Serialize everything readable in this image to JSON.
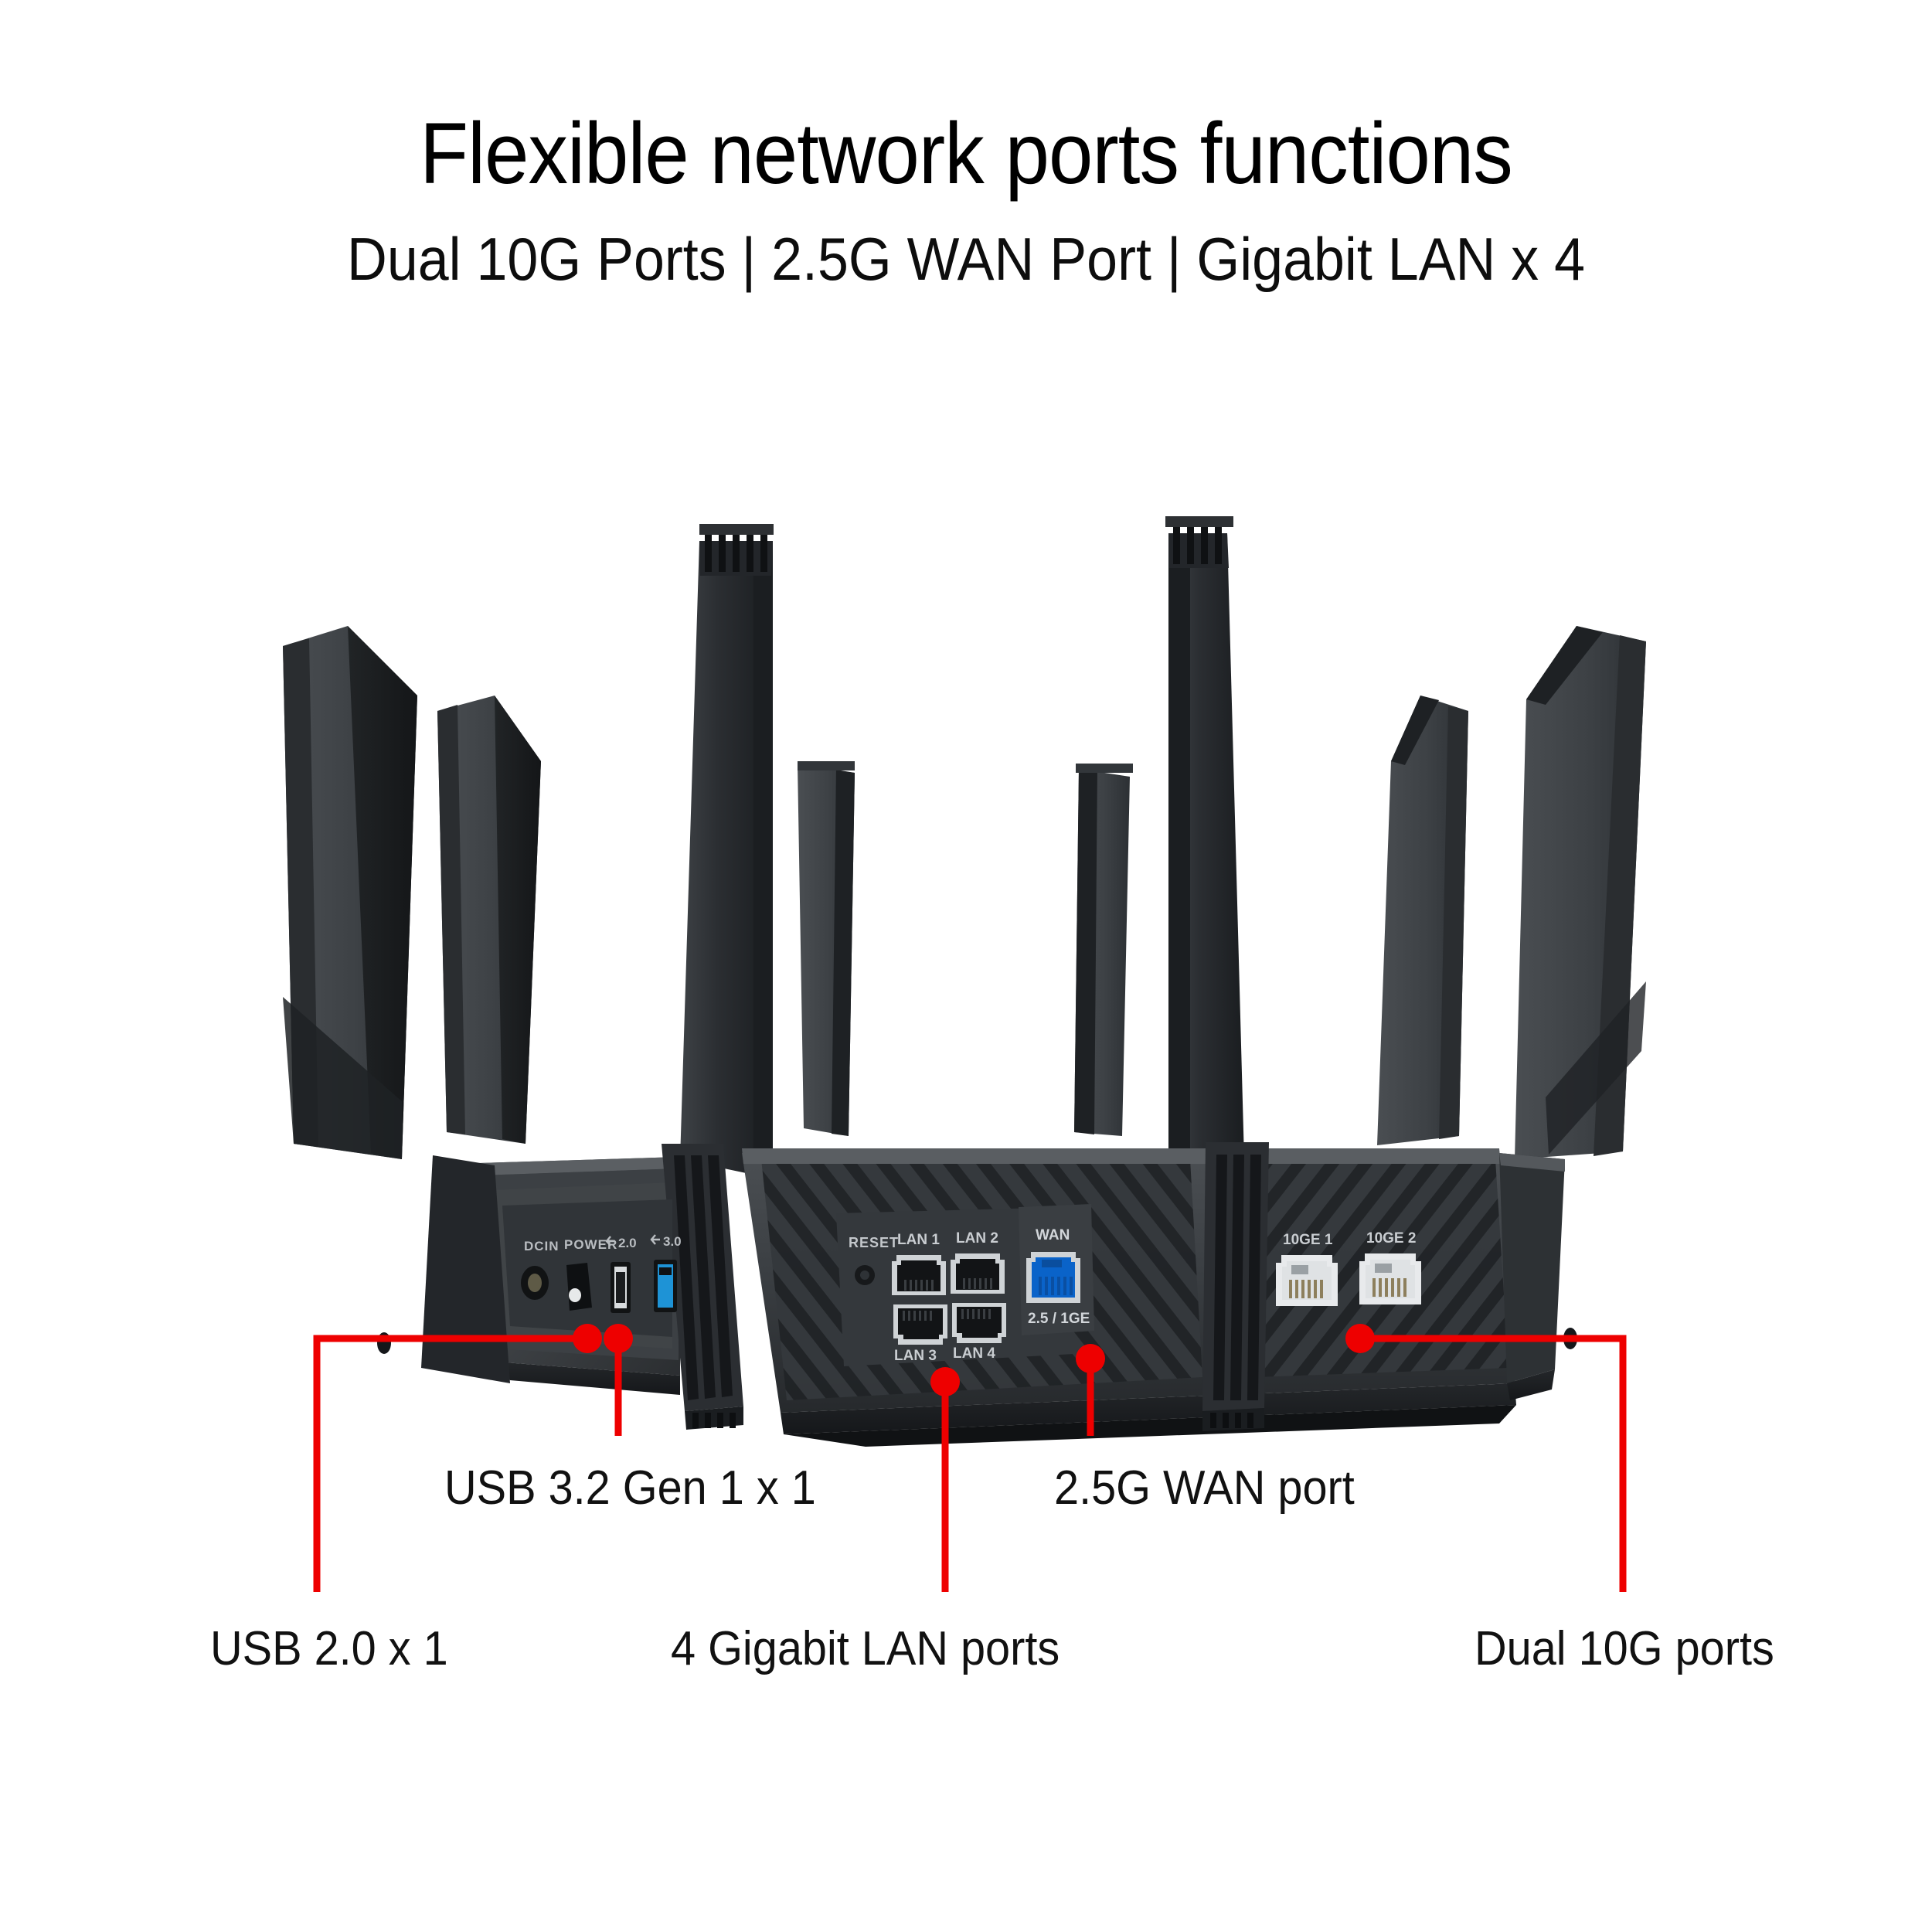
{
  "header": {
    "title": "Flexible network ports functions",
    "subtitle": "Dual 10G Ports | 2.5G WAN Port | Gigabit LAN x 4"
  },
  "colors": {
    "callout_red": "#EE0000",
    "wan_port_blue": "#0A63C9",
    "usb3_blue": "#1E93D6",
    "chassis_dark": "#2B2E31",
    "chassis_mid": "#3A3E42",
    "chassis_light": "#55595D",
    "text_black": "#111111",
    "background": "#FFFFFF"
  },
  "product": {
    "name": "wireless-router",
    "antenna_count": 8,
    "port_panel": {
      "left_cluster": {
        "labels": [
          "DCIN",
          "POWER",
          "2.0",
          "3.0"
        ],
        "usb20_label": "2.0",
        "usb30_label": "3.0",
        "dcin_label": "DCIN",
        "power_label": "POWER"
      },
      "center_cluster": {
        "reset_label": "RESET",
        "lan_labels_top": [
          "LAN 1",
          "LAN 2"
        ],
        "lan_labels_bottom": [
          "LAN 3",
          "LAN 4"
        ],
        "wan_label": "WAN",
        "wan_speed_label": "2.5 / 1GE"
      },
      "right_cluster": {
        "tenge_labels": [
          "10GE 1",
          "10GE 2"
        ]
      }
    }
  },
  "callouts": [
    {
      "id": "usb-3-2",
      "label": "USB 3.2 Gen 1 x 1"
    },
    {
      "id": "wan-2-5g",
      "label": "2.5G WAN port"
    },
    {
      "id": "usb-2-0",
      "label": "USB 2.0 x 1"
    },
    {
      "id": "lan-gigabit",
      "label": "4 Gigabit LAN ports"
    },
    {
      "id": "dual-10g",
      "label": "Dual 10G ports"
    }
  ]
}
